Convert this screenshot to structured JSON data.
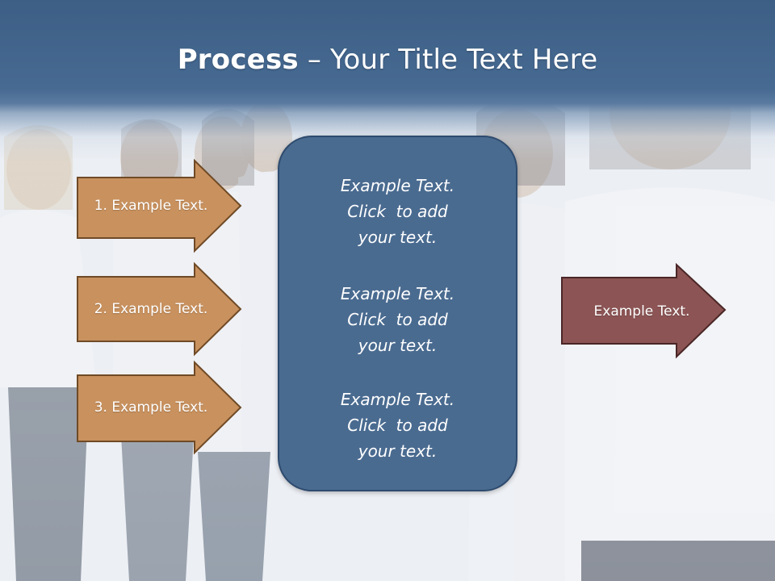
{
  "slide": {
    "title_bold": "Process",
    "title_rest": " – Your Title Text Here"
  },
  "input_steps": [
    {
      "label": "1. Example Text."
    },
    {
      "label": "2. Example Text."
    },
    {
      "label": "3. Example Text."
    }
  ],
  "center_box": {
    "items": [
      {
        "lines": [
          "Example Text.",
          "Click  to add",
          "your text."
        ]
      },
      {
        "lines": [
          "Example Text.",
          "Click  to add",
          "your text."
        ]
      },
      {
        "lines": [
          "Example Text.",
          "Click  to add",
          "your text."
        ]
      }
    ]
  },
  "output": {
    "label": "Example Text."
  },
  "colors": {
    "input_arrow_fill": "#c8915e",
    "input_arrow_stroke": "#6f4a26",
    "output_arrow_fill": "#8c5454",
    "output_arrow_stroke": "#4a2626",
    "center_box_fill": "#4a6b90",
    "title_band": "#456890"
  }
}
